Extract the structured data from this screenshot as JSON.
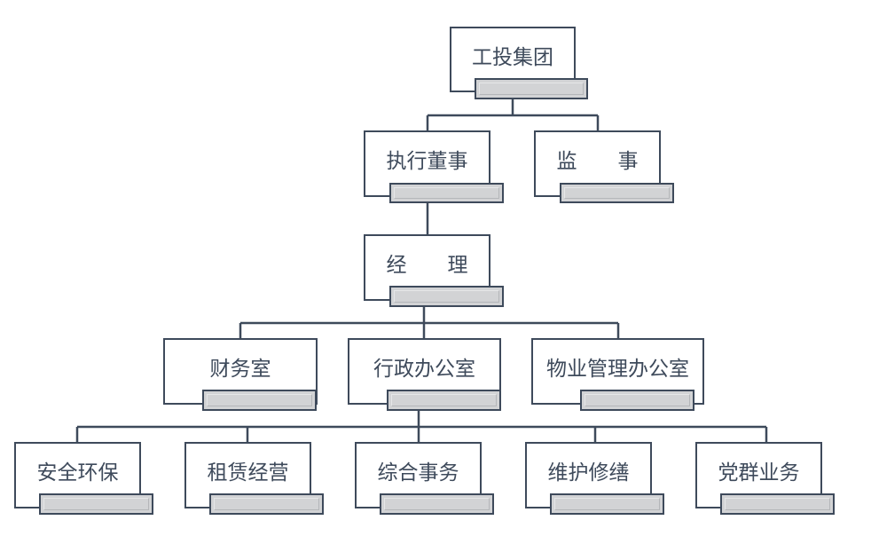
{
  "colors": {
    "border": "#3e4a5b",
    "text": "#3e4a5b",
    "tab_fill": "#d2d3d5",
    "background": "#ffffff"
  },
  "org": {
    "root": "工投集团",
    "executive_director": "执行董事",
    "supervisor": "监　　事",
    "manager": "经　　理",
    "departments": [
      "财务室",
      "行政办公室",
      "物业管理办公室"
    ],
    "admin_units": [
      "安全环保",
      "租赁经营",
      "综合事务",
      "维护修缮",
      "党群业务"
    ]
  }
}
